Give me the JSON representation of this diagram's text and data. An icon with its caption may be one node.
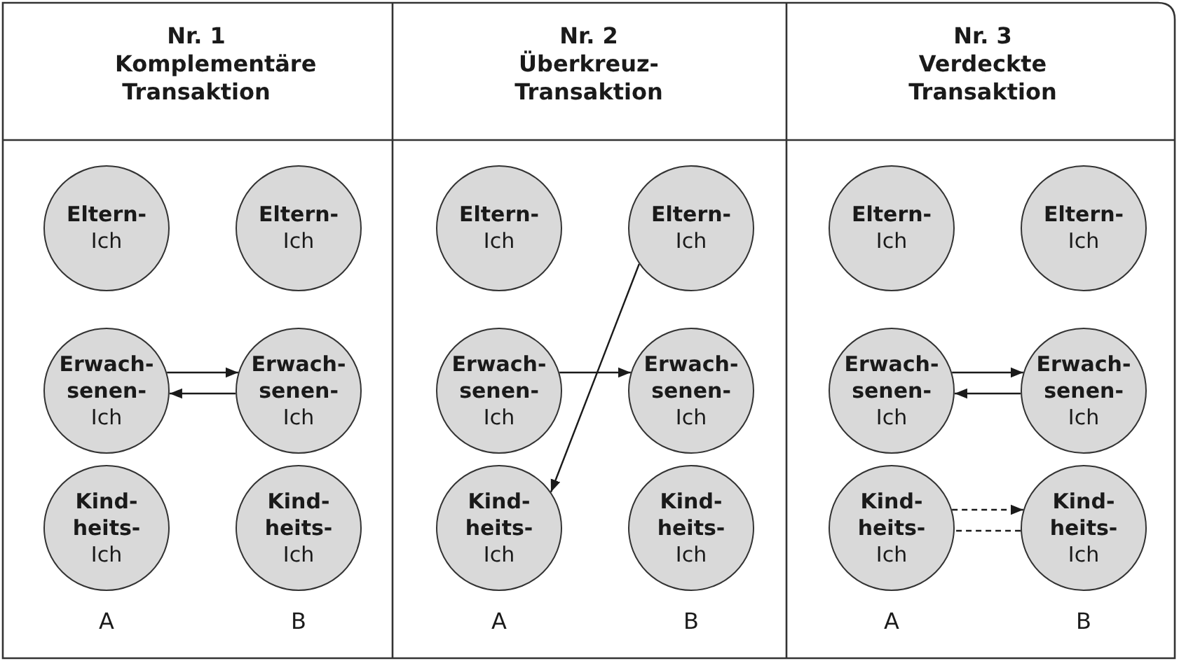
{
  "diagram": {
    "nodes": [
      {
        "text": [
          "Eltern-",
          "Ich"
        ]
      },
      {
        "text": [
          "Eltern-",
          "Ich"
        ]
      },
      {
        "text": [
          "Erwach- senen-",
          "Ich"
        ]
      },
      {
        "text": [
          "Erwach- senen-",
          "Ich"
        ]
      },
      {
        "text": [
          "Kind- heits-",
          "Ich"
        ]
      },
      {
        "text": [
          "Kind- heits-",
          "Ich"
        ]
      },
      {
        "text": [
          "Eltern-",
          "Ich"
        ]
      },
      {
        "text": [
          "Eltern-",
          "Ich"
        ]
      },
      {
        "text": [
          "Erwach- senen-",
          "Ich"
        ]
      },
      {
        "text": [
          "Erwach- senen-",
          "Ich"
        ]
      },
      {
        "text": [
          "Kind- heits-",
          "Ich"
        ]
      },
      {
        "text": [
          "Kind- heits-",
          "Ich"
        ]
      },
      {
        "text": [
          "Eltern-",
          "Ich"
        ]
      },
      {
        "text": [
          "Eltern-",
          "Ich"
        ]
      },
      {
        "text": [
          "Erwach- senen-",
          "Ich"
        ]
      },
      {
        "text": [
          "Erwach- senen-",
          "Ich"
        ]
      },
      {
        "text": [
          "Kind- heits-",
          "Ich"
        ]
      },
      {
        "text": [
          "Kind- heits-",
          "Ich"
        ]
      }
    ],
    "edges": [
      {
        "from": 2,
        "to": 3,
        "arrow": "to"
      },
      {
        "from": 3,
        "to": 2,
        "arrow": "to"
      },
      {
        "from": 8,
        "to": 9,
        "arrow": "to"
      },
      {
        "from": 7,
        "to": 10,
        "arrow": "to"
      },
      {
        "from": 14,
        "to": 15,
        "arrow": "to"
      },
      {
        "from": 15,
        "to": 14,
        "arrow": "to"
      },
      {
        "from": 16,
        "to": 17,
        "arrow": "to",
        "style": "dashed"
      },
      {
        "from": 17,
        "to": 16,
        "arrow": "none",
        "style": "dashed"
      }
    ],
    "labels": [
      "Nr. 1",
      "Komplementäre Transaktion",
      "Nr. 2",
      "Überkreuz- Transaktion",
      "Nr. 3",
      "Verdeckte Transaktion",
      "A",
      "B",
      "A",
      "B",
      "A",
      "B"
    ]
  }
}
